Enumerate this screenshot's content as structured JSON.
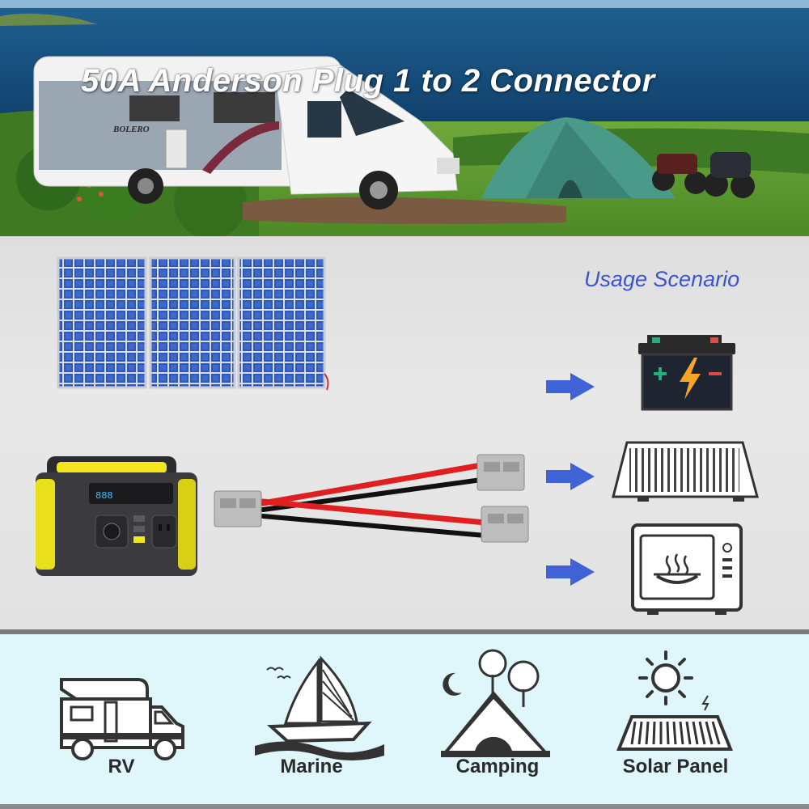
{
  "hero": {
    "title": "50A Anderson Plug 1 to 2 Connector",
    "rv_decal": "BOLERO"
  },
  "scenario": {
    "title": "Usage Scenario",
    "targets": [
      {
        "name": "battery-icon"
      },
      {
        "name": "solar-panel-icon"
      },
      {
        "name": "microwave-icon"
      }
    ]
  },
  "applications": [
    {
      "label": "RV",
      "icon": "rv-icon"
    },
    {
      "label": "Marine",
      "icon": "sailboat-icon"
    },
    {
      "label": "Camping",
      "icon": "tent-icon"
    },
    {
      "label": "Solar Panel",
      "icon": "sun-solar-panel-icon"
    }
  ],
  "colors": {
    "usage_text": "#3b55c7",
    "arrow": "#3f63d6",
    "battery_bolt": "#f5a623",
    "battery_plus": "#21b07a",
    "battery_minus": "#e24848",
    "station_accent": "#f4e61c",
    "cable_red": "#e02020",
    "cable_black": "#111111",
    "apps_bg": "#dff6fb"
  }
}
